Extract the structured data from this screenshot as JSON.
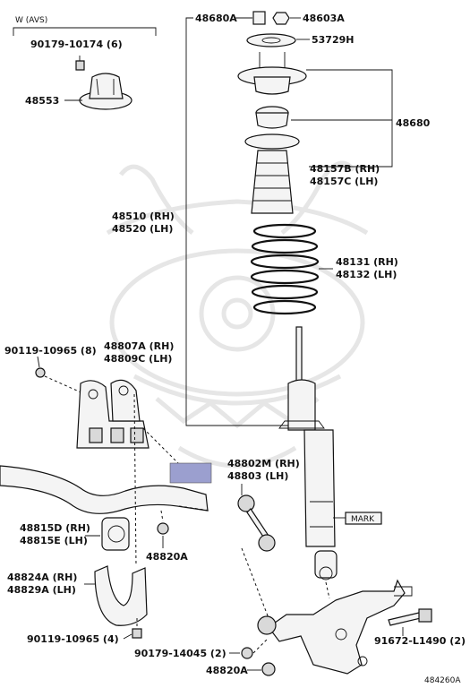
{
  "diagram": {
    "watermark": "samurai-watermark",
    "highlight_color": "#9b9fcf",
    "labels": {
      "w_avs": "W (AVS)",
      "p90179_10174": "90179-10174 (6)",
      "p48553": "48553",
      "p48680a": "48680A",
      "p48603a": "48603A",
      "p53729h": "53729H",
      "p48680": "48680",
      "p48157b": "48157B (RH)",
      "p48157c": "48157C (LH)",
      "p48510": "48510 (RH)",
      "p48520": "48520 (LH)",
      "p48131": "48131 (RH)",
      "p48132": "48132 (LH)",
      "p90119_10965_8": "90119-10965 (8)",
      "p48807a": "48807A (RH)",
      "p48809c": "48809C (LH)",
      "p48802m": "48802M (RH)",
      "p48803": "48803 (LH)",
      "p48815d": "48815D (RH)",
      "p48815e": "48815E (LH)",
      "p48820a_top": "48820A",
      "mark": "MARK",
      "p48824a": "48824A (RH)",
      "p48829a": "48829A (LH)",
      "p90119_10965_4": "90119-10965 (4)",
      "p90179_14045": "90179-14045 (2)",
      "p91672_l1490": "91672-L1490 (2)",
      "p48820a_bottom": "48820A",
      "ref_code": "484260A"
    }
  }
}
